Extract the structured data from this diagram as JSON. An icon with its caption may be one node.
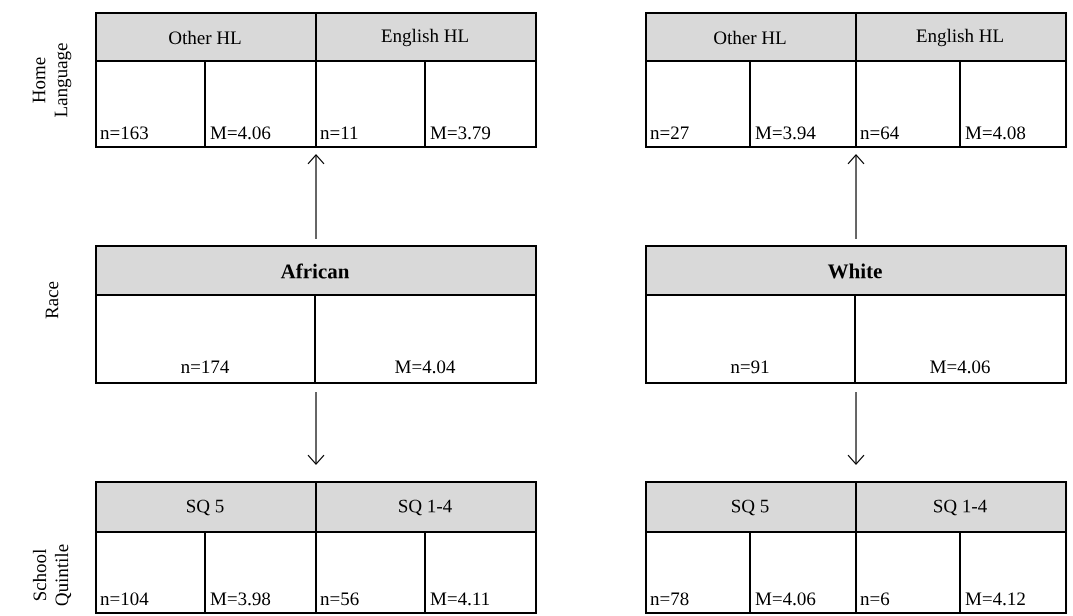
{
  "diagram": {
    "nodes": [
      {
        "text": [],
        "shape": "box"
      },
      {
        "text": [
          "Other HL",
          "n=163",
          "M=4.06"
        ],
        "in": 0
      },
      {
        "text": [
          "English HL",
          "n=11",
          "M=3.79"
        ],
        "in": 0
      },
      {
        "text": [],
        "shape": "box"
      },
      {
        "text": [
          "Other HL",
          "n=27",
          "M=3.94"
        ],
        "in": 3
      },
      {
        "text": [
          "English HL",
          "n=64",
          "M=4.08"
        ],
        "in": 3
      },
      {
        "text": [
          "African",
          "n=174",
          "M=4.04"
        ]
      },
      {
        "text": [
          "White",
          "n=91",
          "M=4.06"
        ]
      },
      {
        "text": [],
        "shape": "box"
      },
      {
        "text": [
          "SQ 5",
          "n=104",
          "M=3.98"
        ],
        "in": 8
      },
      {
        "text": [
          "SQ 1-4",
          "n=56",
          "M=4.11"
        ],
        "in": 8
      },
      {
        "text": [],
        "shape": "box"
      },
      {
        "text": [
          "SQ 5",
          "n=78",
          "M=4.06"
        ],
        "in": 11
      },
      {
        "text": [
          "SQ 1-4",
          "n=6",
          "M=4.12"
        ],
        "in": 11
      }
    ],
    "edges": [
      {
        "from": 6,
        "to": 0,
        "arrow": "to"
      },
      {
        "from": 7,
        "to": 3,
        "arrow": "to"
      },
      {
        "from": 6,
        "to": 8,
        "arrow": "to"
      },
      {
        "from": 7,
        "to": 11,
        "arrow": "to"
      }
    ],
    "labels": [
      "Home Language",
      "Race",
      "School Quintile"
    ]
  }
}
